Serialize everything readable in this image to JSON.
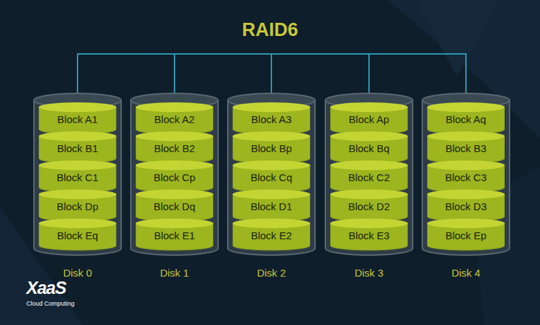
{
  "diagram": {
    "title": "RAID6",
    "nodes": [
      {
        "text": [
          "Disk 0"
        ]
      },
      {
        "text": [
          "Block A1"
        ],
        "in": 0
      },
      {
        "text": [
          "Block B1"
        ],
        "in": 0
      },
      {
        "text": [
          "Block C1"
        ],
        "in": 0
      },
      {
        "text": [
          "Block Dp"
        ],
        "in": 0
      },
      {
        "text": [
          "Block Eq"
        ],
        "in": 0
      },
      {
        "text": [
          "Disk 1"
        ]
      },
      {
        "text": [
          "Block A2"
        ],
        "in": 6
      },
      {
        "text": [
          "Block B2"
        ],
        "in": 6
      },
      {
        "text": [
          "Block Cp"
        ],
        "in": 6
      },
      {
        "text": [
          "Block Dq"
        ],
        "in": 6
      },
      {
        "text": [
          "Block E1"
        ],
        "in": 6
      },
      {
        "text": [
          "Disk 2"
        ]
      },
      {
        "text": [
          "Block A3"
        ],
        "in": 12
      },
      {
        "text": [
          "Block Bp"
        ],
        "in": 12
      },
      {
        "text": [
          "Block Cq"
        ],
        "in": 12
      },
      {
        "text": [
          "Block D1"
        ],
        "in": 12
      },
      {
        "text": [
          "Block E2"
        ],
        "in": 12
      },
      {
        "text": [
          "Disk 3"
        ]
      },
      {
        "text": [
          "Block Ap"
        ],
        "in": 18
      },
      {
        "text": [
          "Block Bq"
        ],
        "in": 18
      },
      {
        "text": [
          "Block C2"
        ],
        "in": 18
      },
      {
        "text": [
          "Block D2"
        ],
        "in": 18
      },
      {
        "text": [
          "Block E3"
        ],
        "in": 18
      },
      {
        "text": [
          "Disk 4"
        ]
      },
      {
        "text": [
          "Block Aq"
        ],
        "in": 24
      },
      {
        "text": [
          "Block B3"
        ],
        "in": 24
      },
      {
        "text": [
          "Block C3"
        ],
        "in": 24
      },
      {
        "text": [
          "Block D3"
        ],
        "in": 24
      },
      {
        "text": [
          "Block Ep"
        ],
        "in": 24
      }
    ],
    "labels": [
      "XaaS",
      "Cloud Computing"
    ]
  }
}
